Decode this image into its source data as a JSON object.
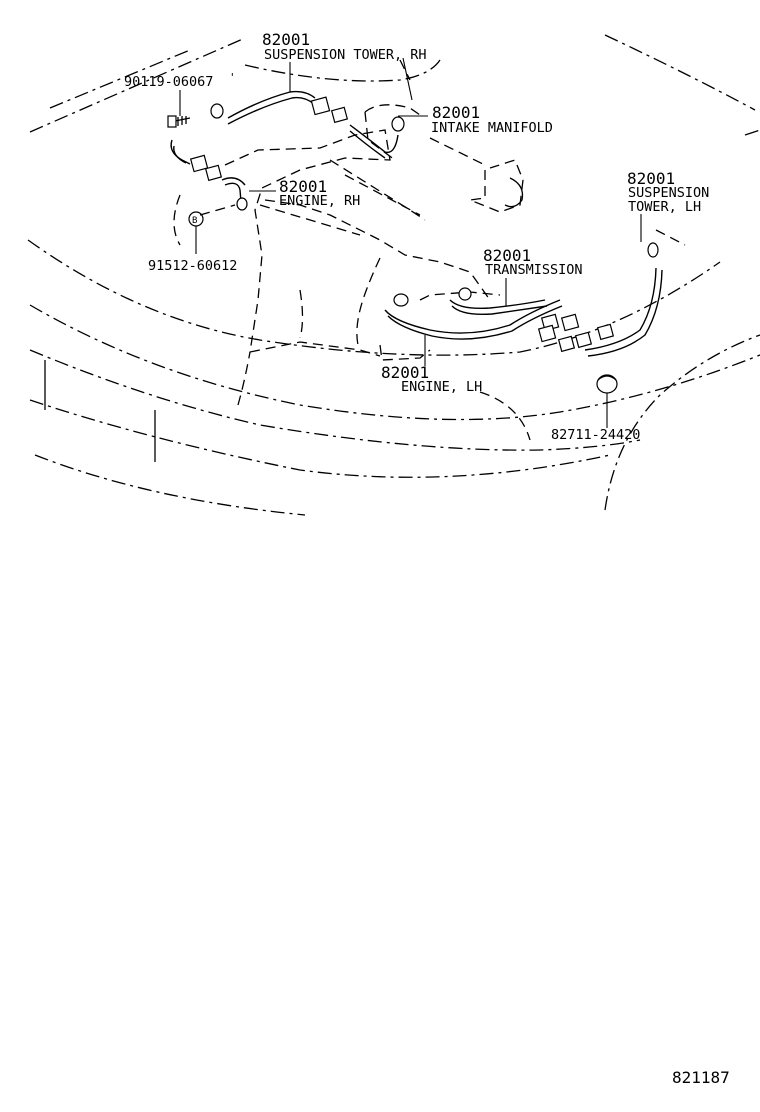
{
  "diagram_id": "821187",
  "callouts": {
    "susp_rh": {
      "part": "82001",
      "desc": "SUSPENSION TOWER, RH"
    },
    "bolt": {
      "part": "90119-06067"
    },
    "intake": {
      "part": "82001",
      "desc": "INTAKE MANIFOLD"
    },
    "engine_rh": {
      "part": "82001",
      "desc": "ENGINE, RH"
    },
    "nut": {
      "part": "91512-60612"
    },
    "susp_lh": {
      "part": "82001",
      "desc1": "SUSPENSION",
      "desc2": "TOWER, LH"
    },
    "transmission": {
      "part": "82001",
      "desc": "TRANSMISSION"
    },
    "engine_lh": {
      "part": "82001",
      "desc": "ENGINE, LH"
    },
    "clamp": {
      "part": "82711-24420"
    }
  }
}
